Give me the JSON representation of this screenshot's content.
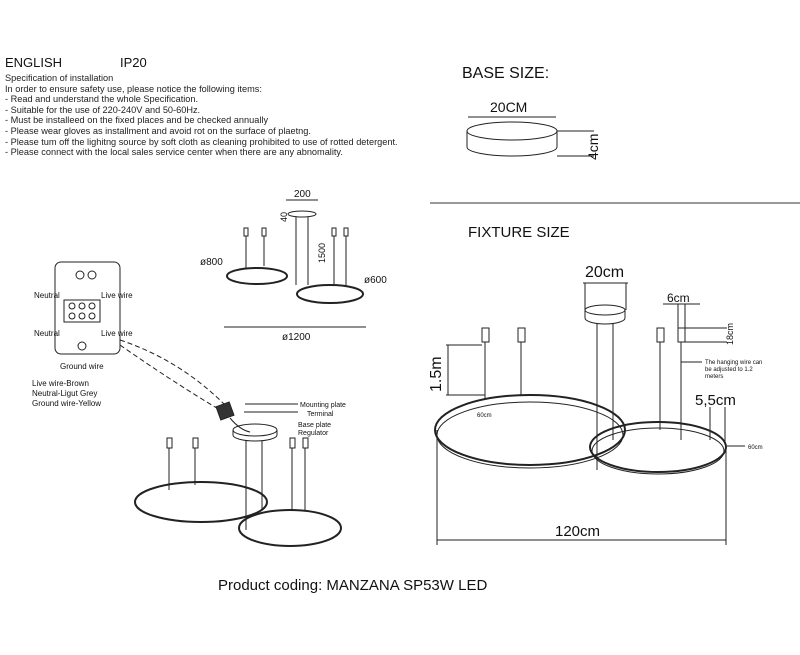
{
  "header": {
    "language": "ENGLISH",
    "ip_rating": "IP20"
  },
  "specification": {
    "title": "Specification of installation",
    "intro": "In order to ensure safety use, please notice the following items:",
    "items": [
      "- Read and understand the whole Specification.",
      "- Suitable for the use of 220-240V and 50-60Hz.",
      "- Must be installeed on the fixed places and be checked annually",
      "- Please wear gloves as installment and avoid rot on the surface of plaetng.",
      "- Please tum off the lighitng source by soft cloth as cleaning prohibited to use of rotted detergent.",
      "- Please connect with the local sales service center when there are any abnomality."
    ]
  },
  "base_size": {
    "title": "BASE SIZE:",
    "diameter": "20CM",
    "height": "4cm"
  },
  "fixture_size": {
    "title": "FIXTURE SIZE",
    "canopy_diameter": "20cm",
    "holder_width": "6cm",
    "holder_height": "18cm",
    "wire_note": [
      "The hanging wire can",
      "be adjusted to 1.2",
      "meters"
    ],
    "ring_thickness": "5,5cm",
    "large_ring": "60cm",
    "small_ring": "60cm",
    "drop": "1.5m",
    "total_width": "120cm"
  },
  "overview": {
    "canopy": "200",
    "canopy_h": "40",
    "drop": "1500",
    "ring_large": "ø800",
    "ring_small": "ø600",
    "total": "ø1200"
  },
  "wiring": {
    "neutral_top": "Neutral",
    "live_top": "Live wire",
    "neutral_bottom": "Neutral",
    "live_bottom": "Live wire",
    "ground": "Ground wire",
    "legend": [
      "Live wire-Brown",
      "Neutral-Ligut Grey",
      "Ground wire-Yellow"
    ]
  },
  "install": {
    "mounting_plate": "Mounting plate",
    "terminal": "Terminal",
    "base_plate": "Base plate",
    "regulator": "Regulator"
  },
  "footer": {
    "product_coding": "Product coding: MANZANA SP53W LED"
  }
}
